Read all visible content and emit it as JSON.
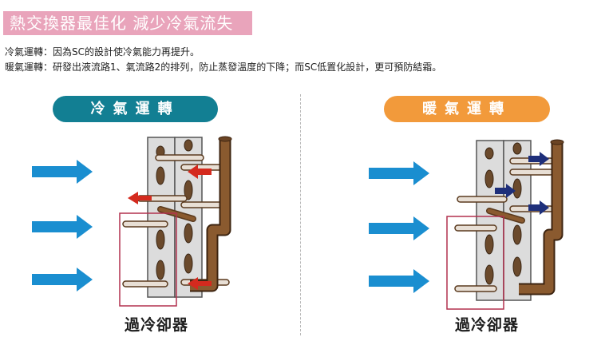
{
  "header": {
    "title": "熱交換器最佳化  減少冷氣流失",
    "color": "#e9a4bb"
  },
  "descriptions": [
    "冷氣運轉：因為SC的設計使冷氣能力再提升。",
    "暖氣運轉：研發出液流路1、氣流路2的排列，防止蒸發溫度的下降；而SC低置化設計，更可預防結霜。"
  ],
  "diagrams": {
    "cooling": {
      "title": "冷氣運轉",
      "pill_color": "#127f93",
      "caption": "過冷卻器",
      "arrow_color": "#d42a1e",
      "airflow_arrow_color": "#1a8ed0"
    },
    "heating": {
      "title": "暖氣運轉",
      "pill_color": "#f29a3b",
      "caption": "過冷卻器",
      "arrow_color": "#1e2f7a",
      "airflow_arrow_color": "#1a8ed0"
    }
  },
  "colors": {
    "pipe": "#8a5a2f",
    "panel": "#dcdcdc",
    "subcooler_box": "#b2314e"
  }
}
